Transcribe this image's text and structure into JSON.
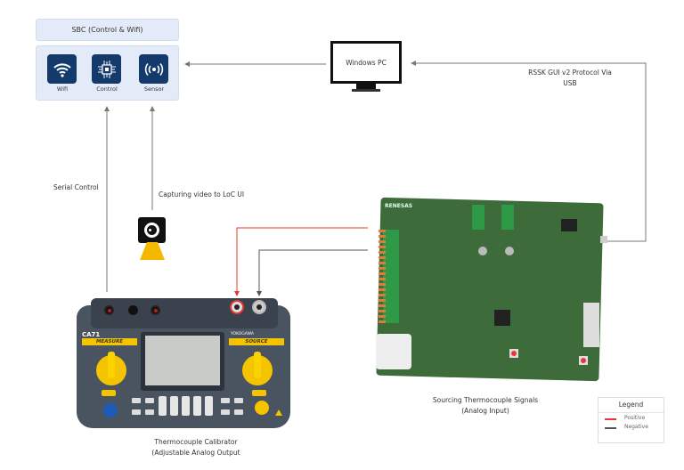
{
  "sbc": {
    "title": "SBC (Control & Wifi)",
    "items": [
      {
        "label": "Wifi",
        "icon": "wifi-icon"
      },
      {
        "label": "Control",
        "icon": "chip-icon"
      },
      {
        "label": "Sensor",
        "icon": "sensor-icon"
      }
    ]
  },
  "windows_pc": {
    "label": "Windows PC",
    "icon": "monitor-icon"
  },
  "connections": {
    "usb_label_line1": "RSSK GUI v2 Protocol Via",
    "usb_label_line2": "USB",
    "serial_label": "Serial Control",
    "video_label": "Capturing video to LoC UI"
  },
  "calibrator": {
    "caption_line1": "Thermocouple Calibrator",
    "caption_line2": "(Adjustable Analog Output",
    "model": "CA71",
    "brand": "YOKOGAWA",
    "measure_label": "MEASURE",
    "source_label": "SOURCE"
  },
  "board": {
    "caption_line1": "Sourcing Thermocouple Signals",
    "caption_line2": "(Analog Input)",
    "brand": "RENESAS"
  },
  "legend": {
    "title": "Legend",
    "items": [
      {
        "label": "Positive",
        "color": "#e53935"
      },
      {
        "label": "Negative",
        "color": "#555555"
      }
    ]
  },
  "colors": {
    "sbc_bg": "#e3ebf9",
    "icon_bg": "#143a6b",
    "positive": "#e53935",
    "negative": "#555555",
    "arrow": "#777777"
  }
}
